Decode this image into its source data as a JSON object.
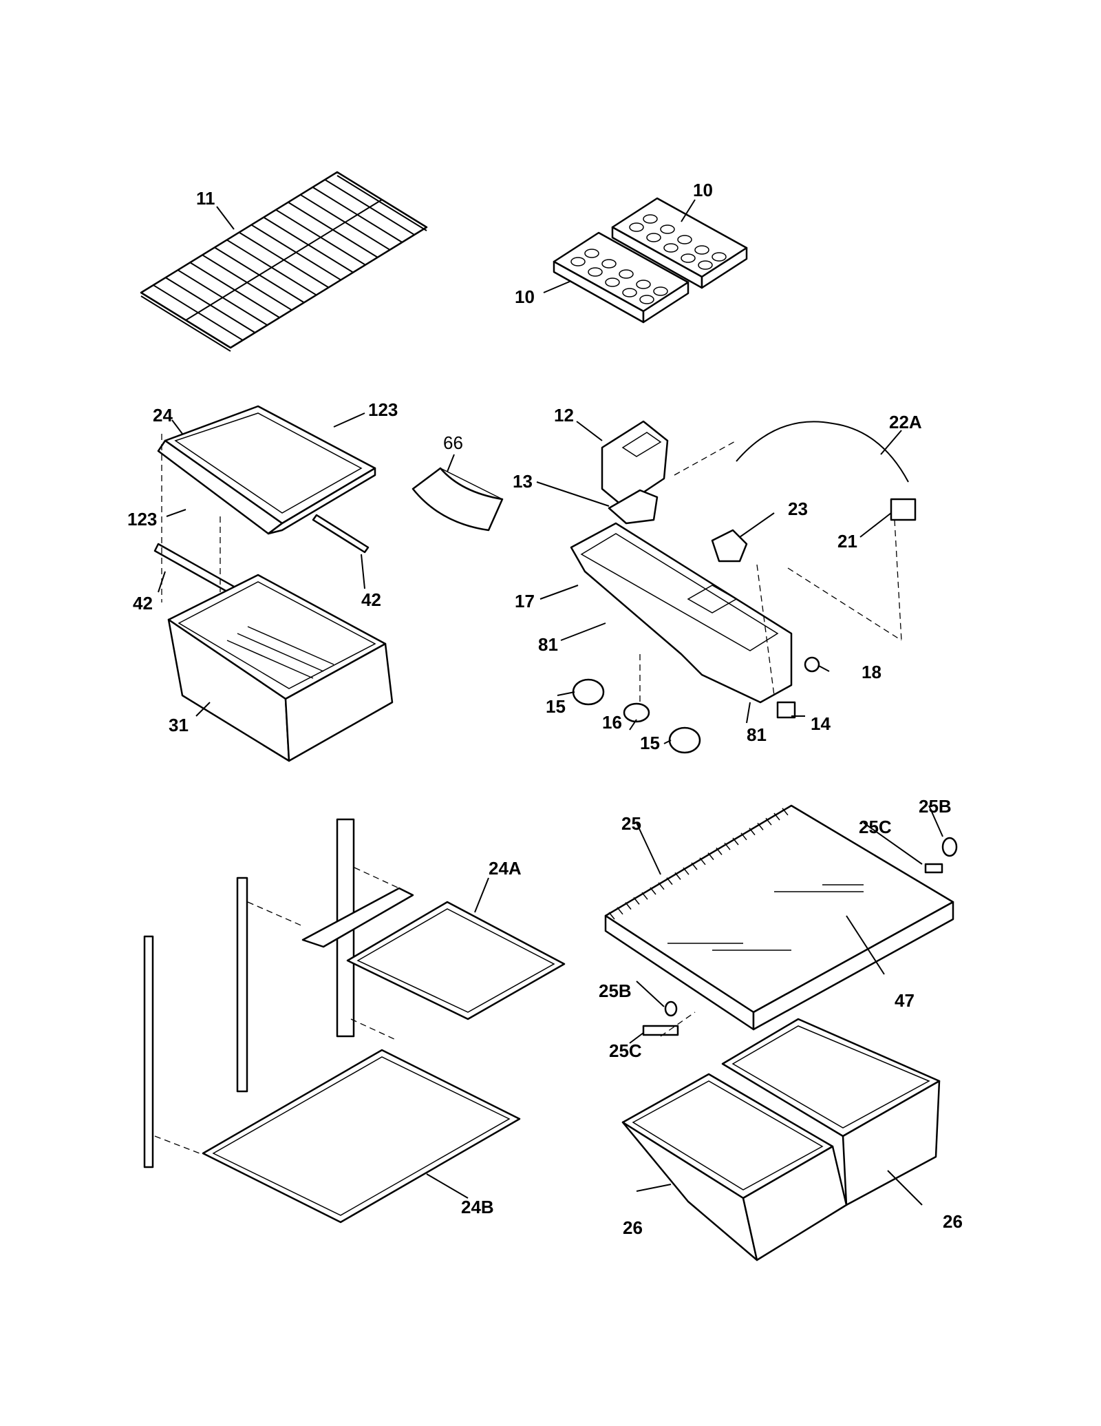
{
  "callouts": {
    "p11": "11",
    "p10a": "10",
    "p10b": "10",
    "p24": "24",
    "p123a": "123",
    "p123b": "123",
    "p66": "66",
    "p42a": "42",
    "p42b": "42",
    "p31": "31",
    "p12": "12",
    "p13": "13",
    "p22A": "22A",
    "p23": "23",
    "p21": "21",
    "p17": "17",
    "p81a": "81",
    "p81b": "81",
    "p18": "18",
    "p15a": "15",
    "p15b": "15",
    "p16": "16",
    "p14": "14",
    "p24A": "24A",
    "p24B": "24B",
    "p25": "25",
    "p25Ba": "25B",
    "p25Bb": "25B",
    "p25Ca": "25C",
    "p25Cb": "25C",
    "p47": "47",
    "p26a": "26",
    "p26b": "26"
  }
}
